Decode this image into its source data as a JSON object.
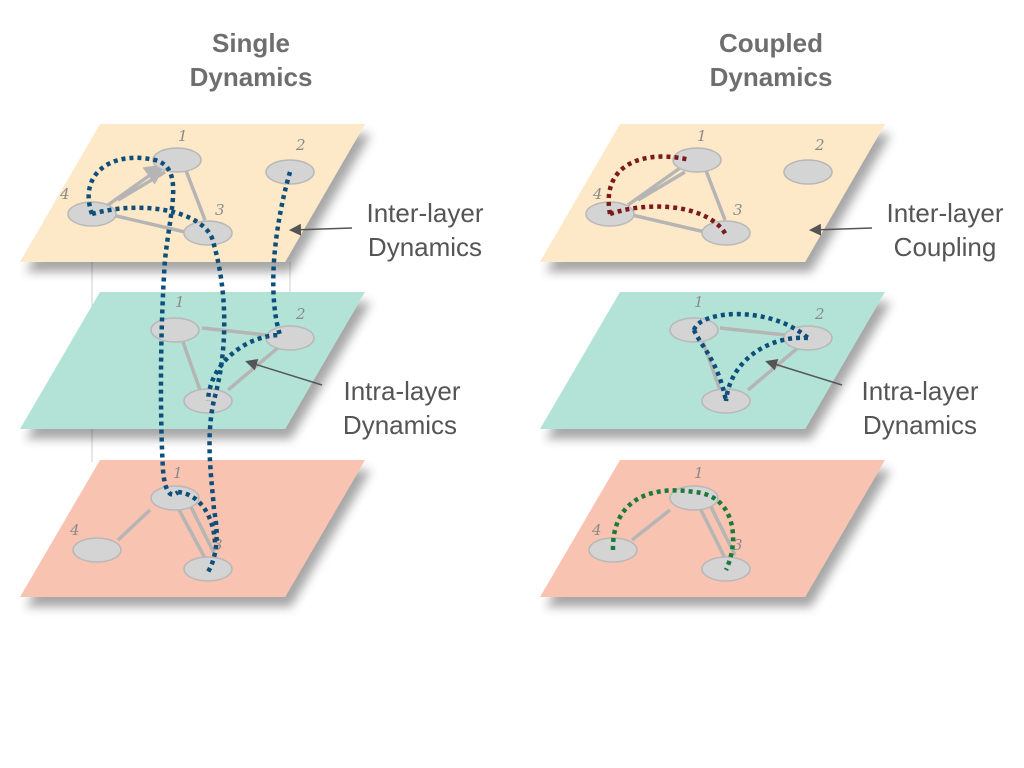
{
  "panels": [
    {
      "title_line1": "Single",
      "title_line2": "Dynamics",
      "label_top_line1": "Inter-layer",
      "label_top_line2": "Dynamics",
      "label_mid_line1": "Intra-layer",
      "label_mid_line2": "Dynamics"
    },
    {
      "title_line1": "Coupled",
      "title_line2": "Dynamics",
      "label_top_line1": "Inter-layer",
      "label_top_line2": "Coupling",
      "label_mid_line1": "Intra-layer",
      "label_mid_line2": "Dynamics"
    }
  ],
  "node_labels": [
    "1",
    "2",
    "3",
    "4"
  ],
  "colors": {
    "layer_top": "#fde8c8",
    "layer_mid": "#b3e3d6",
    "layer_bottom": "#f8c3b0",
    "dynamics_blue": "#0d4f7a",
    "dynamics_dark_red": "#7a1a1a",
    "dynamics_green": "#1a7a3a",
    "coupling_red": "#d0505a",
    "coupling_blue": "#4f86d8",
    "coupling_green": "#2e7a40"
  }
}
